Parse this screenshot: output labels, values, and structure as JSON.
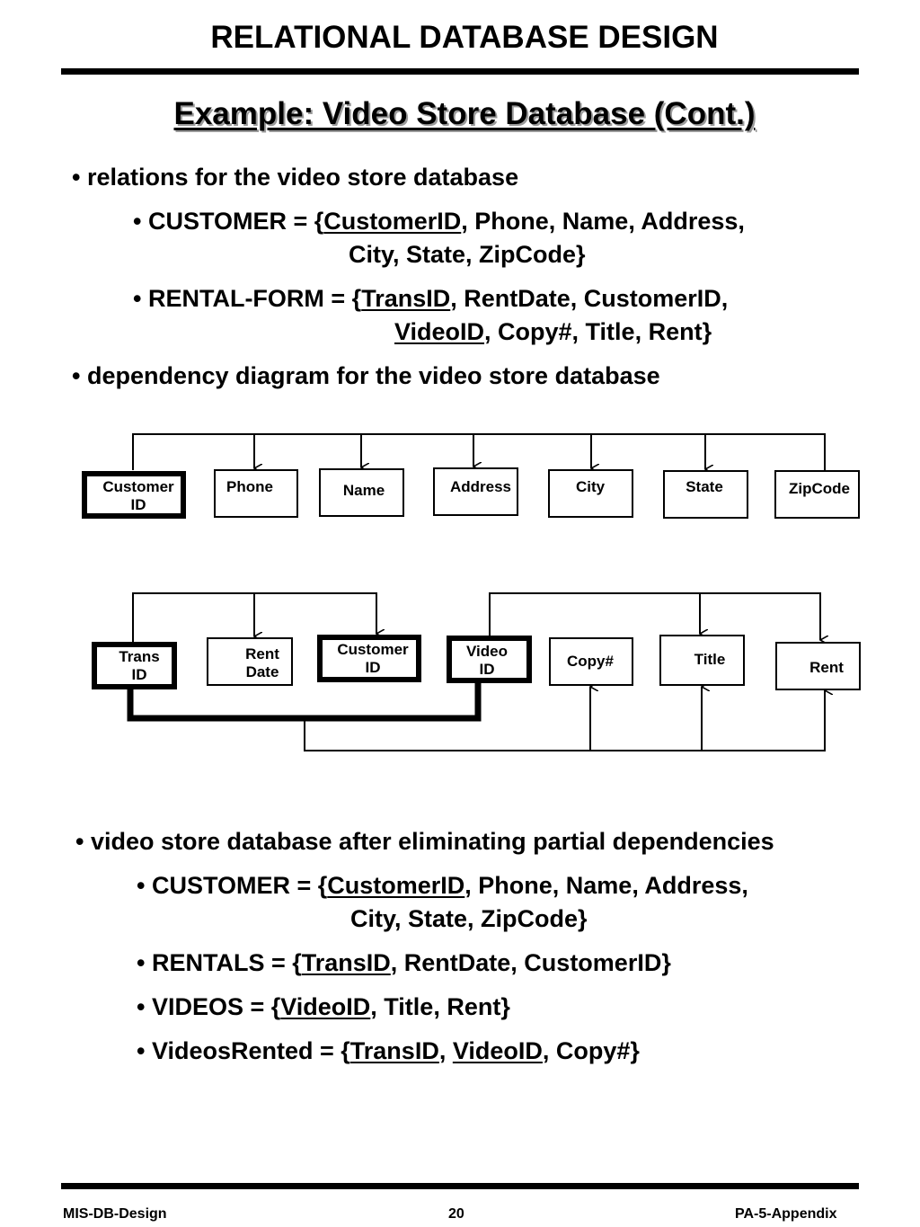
{
  "header": {
    "title": "RELATIONAL DATABASE DESIGN"
  },
  "slide": {
    "title": "Example: Video Store Database (Cont.)"
  },
  "section1": {
    "bullet": "• relations for the video store database",
    "customer": {
      "prefix": "• CUSTOMER = {",
      "key": "CustomerID",
      "rest": ", Phone, Name, Address,",
      "cont": "City, State, ZipCode}"
    },
    "rental_form": {
      "prefix": "• RENTAL-FORM = {",
      "key": "TransID",
      "rest": ", RentDate, CustomerID,",
      "key2": "VideoID",
      "cont": ", Copy#, Title, Rent}"
    }
  },
  "section2": {
    "bullet": "• dependency diagram for the video store database"
  },
  "diagram1": {
    "boxes": [
      "Customer\nID",
      "Phone",
      "Name",
      "Address",
      "City",
      "State",
      "ZipCode"
    ]
  },
  "diagram2": {
    "boxes": [
      "Trans\nID",
      "Rent\nDate",
      "Customer\nID",
      "Video\nID",
      "Copy#",
      "Title",
      "Rent"
    ]
  },
  "section3": {
    "bullet": "• video store database after eliminating partial dependencies",
    "customer": {
      "prefix": "• CUSTOMER = {",
      "key": "CustomerID",
      "rest": ", Phone, Name, Address,",
      "cont": "City, State, ZipCode}"
    },
    "rentals": {
      "prefix": "• RENTALS = {",
      "key": "TransID",
      "rest": ", RentDate, CustomerID}"
    },
    "videos": {
      "prefix": "• VIDEOS = {",
      "key": "VideoID",
      "rest": ", Title, Rent}"
    },
    "videos_rented": {
      "prefix": "• VideosRented = {",
      "key": "TransID",
      "sep": ", ",
      "key2": "VideoID",
      "rest": ", Copy#}"
    }
  },
  "footer": {
    "left": "MIS-DB-Design",
    "center": "20",
    "right": "PA-5-Appendix"
  }
}
